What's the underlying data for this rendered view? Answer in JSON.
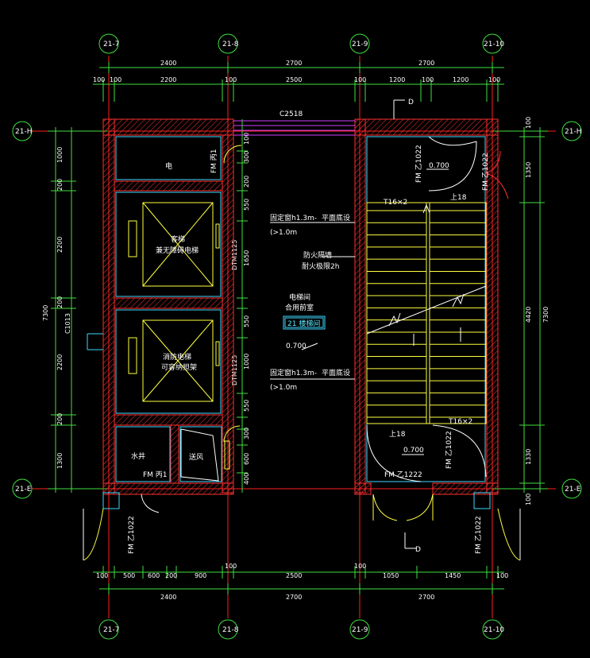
{
  "axes": {
    "top": [
      "21-7",
      "21-8",
      "21-9",
      "21-10"
    ],
    "bottom": [
      "21-7",
      "21-8",
      "21-9",
      "21-10"
    ],
    "left": [
      "21-H",
      "21-E"
    ],
    "right": [
      "21-H",
      "21-E"
    ]
  },
  "dims": {
    "top_main": [
      "2400",
      "2700",
      "2700"
    ],
    "top_sub": [
      "100",
      "100",
      "2200",
      "100",
      "2500",
      "100",
      "1200",
      "100",
      "1200",
      "100"
    ],
    "bottom_sub": [
      "100",
      "500",
      "600",
      "200",
      "900",
      "100",
      "2500",
      "100",
      "1050",
      "1450",
      "100"
    ],
    "bottom_main": [
      "2400",
      "2700",
      "2700"
    ],
    "left_inner": [
      "1000",
      "200",
      "2200",
      "200",
      "2200",
      "200",
      "1300"
    ],
    "left_total": "7300",
    "left_window": "C1013",
    "right_inner": [
      "100",
      "1350",
      "4420",
      "1330",
      "100"
    ],
    "right_total": "7300",
    "center_col": [
      "100",
      "300",
      "200",
      "550",
      "1650",
      "550",
      "1000",
      "550",
      "300",
      "600",
      "400"
    ],
    "vertical_tags": [
      "DTM1125",
      "DTM1125"
    ]
  },
  "rooms": {
    "electric": "电",
    "elevator1_line1": "客梯",
    "elevator1_line2": "兼无障碍电梯",
    "elevator2_line1": "消防电梯",
    "elevator2_line2": "可容纳担架",
    "water_well": "水井",
    "air_shaft": "送风",
    "lobby_line1": "电梯间",
    "lobby_line2": "合用前室",
    "lobby_tag": "21 楼梯间",
    "firewall_line1": "防火隔墙",
    "firewall_line2": "耐火极限2h"
  },
  "notes": {
    "window_top": "C2518",
    "glass_line1a": "固定窗h1.3m-",
    "glass_line1b": "平面底设",
    "glass_line1c": "(>1.0m",
    "glass_line2a": "固定窗h1.3m-",
    "glass_line2b": "平面底设",
    "glass_line2c": "(>1.0m",
    "elev_700_lobby": "0.700",
    "elev_700_stair_top": "0.700",
    "elev_700_stair_bottom": "0.700",
    "up_top": "上18",
    "up_bottom": "上18",
    "tread_top": "T16×2",
    "tread_bottom": "T16×2",
    "door_fm1": "FM 丙1",
    "door_fm2": "FM 丙1",
    "door_fmz1": "FM 乙1022",
    "door_fmz2": "FM 乙1022",
    "door_fmz3": "FM 乙1022",
    "door_fmz4": "FM 乙1022",
    "door_fmz5": "FM 乙1222",
    "door_fmz6": "FM 乙1022",
    "mark_d_top": "D",
    "mark_d_bottom": "D"
  },
  "colors": {
    "wall": "#ff3030",
    "dim": "#40e040",
    "axis_line": "#ff2020",
    "annotation": "#ffffff",
    "stair": "#ffff40",
    "cyan": "#40d8ff",
    "glass": "#d040ff"
  }
}
